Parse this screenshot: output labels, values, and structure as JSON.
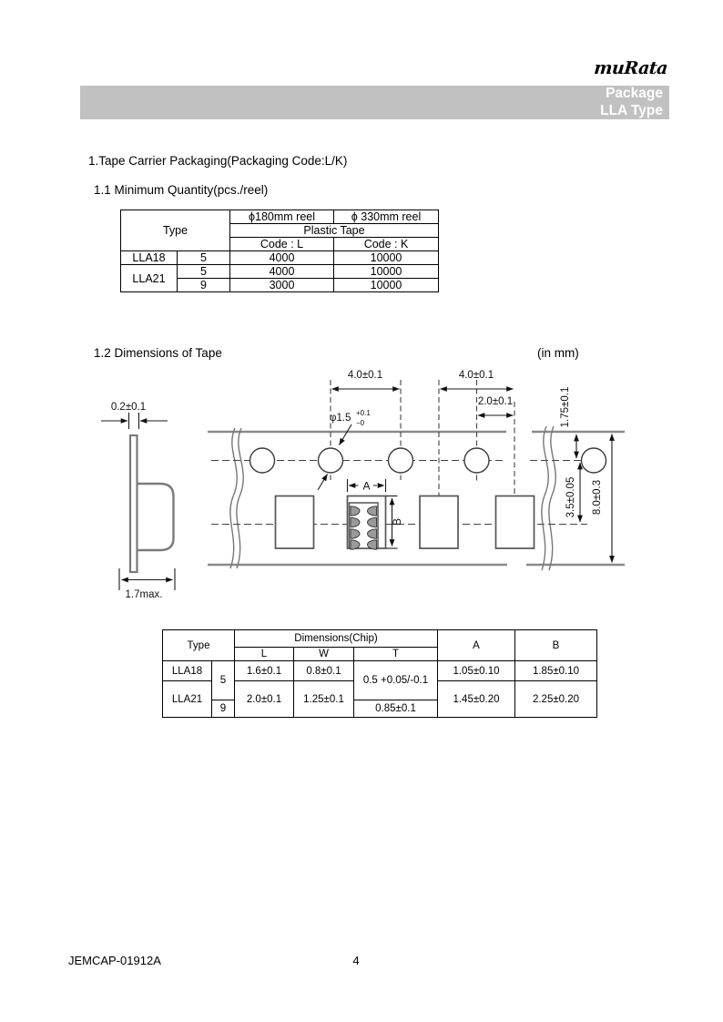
{
  "page": {
    "logo_text": "muRata",
    "banner": {
      "line1": "Package",
      "line2": "LLA Type"
    },
    "footer": {
      "doc_number": "JEMCAP-01912A",
      "page_number": "4"
    }
  },
  "sections": {
    "s1_title": "1.Tape Carrier Packaging(Packaging Code:L/K)",
    "s11_title": "1.1 Minimum Quantity(pcs./reel)",
    "s12_title": "1.2 Dimensions of Tape",
    "s12_unit": "(in mm)"
  },
  "min_qty_table": {
    "header": {
      "type": "Type",
      "reel_180": "ϕ180mm reel",
      "reel_330": "ϕ 330mm reel",
      "plastic_tape": "Plastic Tape",
      "code_l": "Code : L",
      "code_k": "Code : K"
    },
    "rows": [
      {
        "type": "LLA18",
        "thickness": "5",
        "qty_l": "4000",
        "qty_k": "10000"
      },
      {
        "type": "LLA21",
        "thickness": "5",
        "qty_l": "4000",
        "qty_k": "10000"
      },
      {
        "thickness": "9",
        "qty_l": "3000",
        "qty_k": "10000"
      }
    ]
  },
  "tape_diagram": {
    "labels": {
      "tape_thickness": "0.2±0.1",
      "hole_pitch": "4.0±0.1",
      "pocket_pitch": "4.0±0.1",
      "hole_to_pocket": "2.0±0.1",
      "hole_dia": "φ1.5",
      "hole_dia_tol_plus": "+0.1",
      "hole_dia_tol_minus": "−0",
      "edge_to_hole": "1.75±0.1",
      "hole_to_center": "3.5±0.05",
      "tape_width": "8.0±0.3",
      "max_depth": "1.7max.",
      "pocket_length": "A",
      "pocket_width": "B"
    }
  },
  "dim_table": {
    "header": {
      "type": "Type",
      "dimensions_chip": "Dimensions(Chip)",
      "l": "L",
      "w": "W",
      "t": "T",
      "a": "A",
      "b": "B"
    },
    "rows": [
      {
        "type": "LLA18",
        "thickness": "5",
        "l": "1.6±0.1",
        "w": "0.8±0.1",
        "t": "0.5 +0.05/-0.1",
        "a": "1.05±0.10",
        "b": "1.85±0.10"
      },
      {
        "type": "LLA21",
        "l": "2.0±0.1",
        "w": "1.25±0.1",
        "a": "1.45±0.20",
        "b": "2.25±0.20"
      },
      {
        "thickness": "9",
        "t": "0.85±0.1"
      }
    ]
  }
}
